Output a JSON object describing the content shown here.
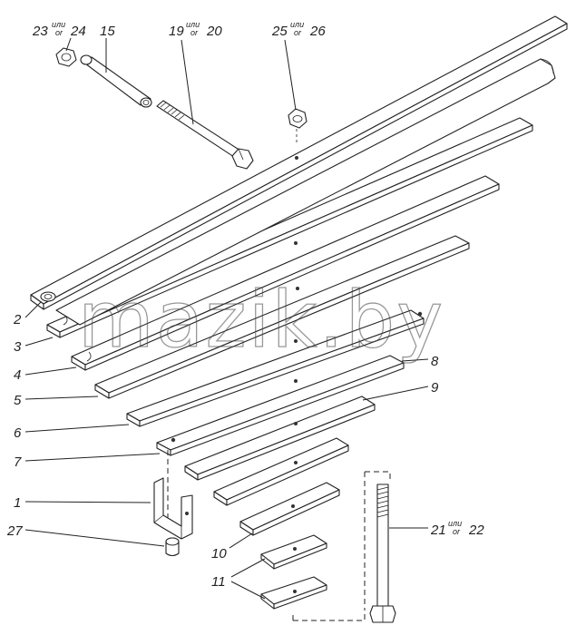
{
  "watermark": "mazik.by",
  "callouts": {
    "c1": "1",
    "c2": "2",
    "c3": "3",
    "c4": "4",
    "c5": "5",
    "c6": "6",
    "c7": "7",
    "c8": "8",
    "c9": "9",
    "c10": "10",
    "c11": "11",
    "c15": "15",
    "c27": "27",
    "nut_23_24": {
      "a": "23",
      "ili": "или",
      "or": "or",
      "b": "24"
    },
    "bolt_19_20": {
      "a": "19",
      "ili": "или",
      "or": "or",
      "b": "20"
    },
    "nut_25_26": {
      "a": "25",
      "ili": "или",
      "or": "or",
      "b": "26"
    },
    "bolt_21_22": {
      "a": "21",
      "ili": "или",
      "or": "or",
      "b": "22"
    }
  }
}
